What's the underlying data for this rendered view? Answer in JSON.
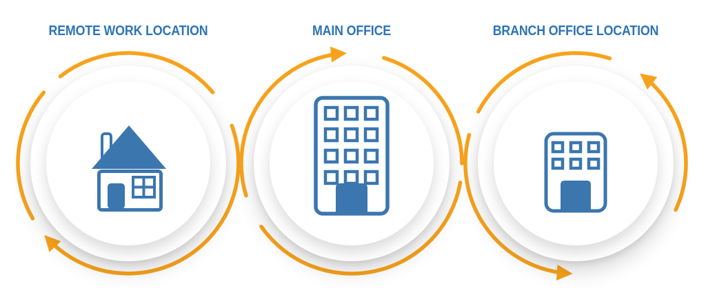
{
  "diagram": {
    "locations": [
      {
        "label": "REMOTE WORK LOCATION",
        "icon": "house-icon",
        "rotation": "clockwise",
        "arrow_count": 1
      },
      {
        "label": "MAIN OFFICE",
        "icon": "office-building-icon",
        "rotation": "clockwise",
        "arrow_count": 1,
        "window_grid": "4x3"
      },
      {
        "label": "BRANCH OFFICE LOCATION",
        "icon": "branch-office-icon",
        "rotation": "counterclockwise",
        "arrow_count": 2,
        "window_grid": "2x3"
      }
    ]
  },
  "colors": {
    "accent_orange": "#F8A21C",
    "icon_blue": "#3B76AF",
    "label_blue": "#2E74B5",
    "background": "#FFFFFF"
  }
}
